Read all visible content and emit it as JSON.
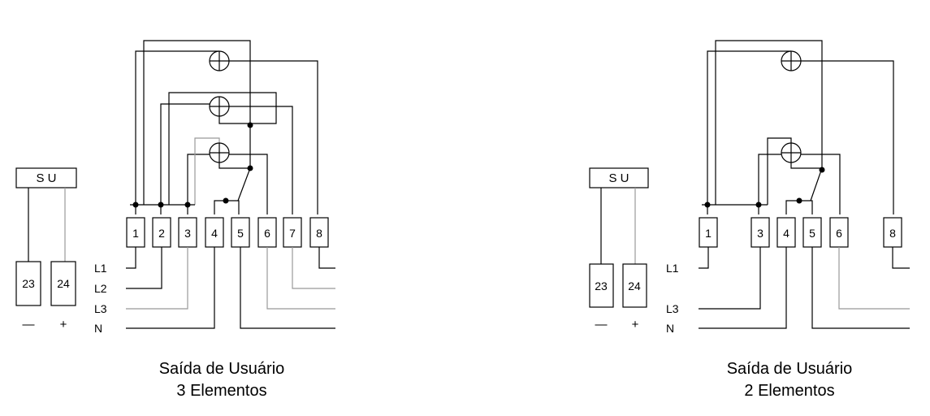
{
  "diagram_a": {
    "su_box": "S U",
    "out_terminals": [
      "23",
      "24"
    ],
    "polarity": [
      "—",
      "+"
    ],
    "terminals": [
      "1",
      "2",
      "3",
      "4",
      "5",
      "6",
      "7",
      "8"
    ],
    "line_labels": [
      "L1",
      "L2",
      "L3",
      "N"
    ],
    "caption_line1": "Saída de Usuário",
    "caption_line2": "3 Elementos"
  },
  "diagram_b": {
    "su_box": "S U",
    "out_terminals": [
      "23",
      "24"
    ],
    "polarity": [
      "—",
      "+"
    ],
    "terminals": [
      "1",
      "3",
      "4",
      "5",
      "6",
      "8"
    ],
    "line_labels": [
      "L1",
      "L3",
      "N"
    ],
    "caption_line1": "Saída de Usuário",
    "caption_line2": "2 Elementos"
  }
}
